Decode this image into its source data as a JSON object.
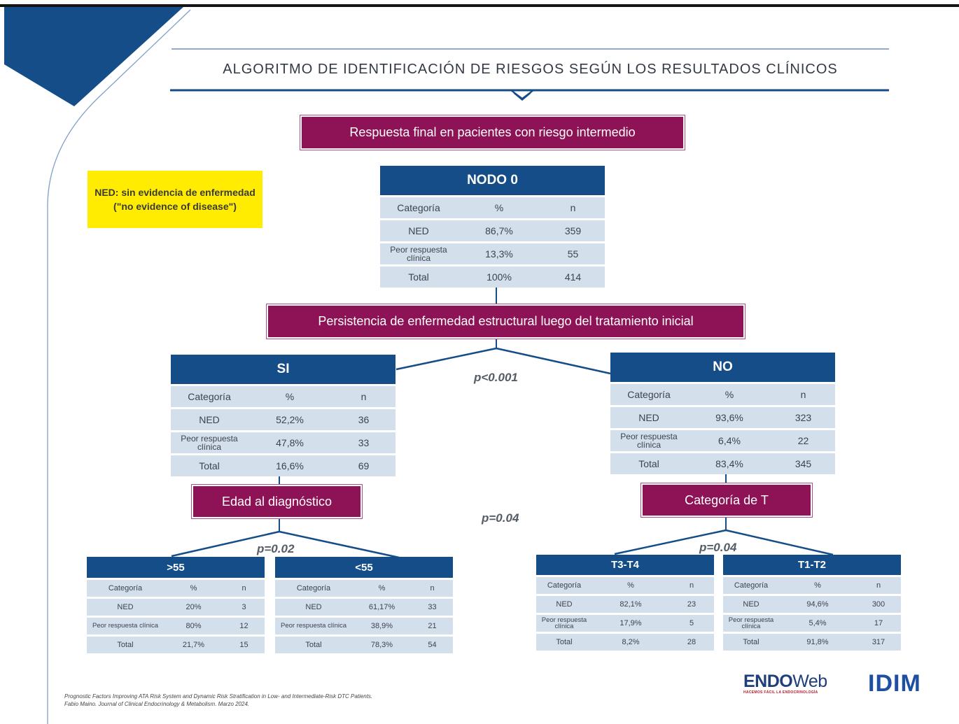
{
  "title": "ALGORITMO DE IDENTIFICACIÓN DE RIESGOS SEGÚN LOS RESULTADOS CLÍNICOS",
  "note": "NED: sin evidencia de enfermedad (\"no evidence of disease\")",
  "boxes": {
    "respuesta": "Respuesta final en pacientes con riesgo intermedio",
    "persistencia": "Persistencia de enfermedad estructural luego del tratamiento inicial",
    "edad": "Edad al diagnóstico",
    "categoria_t": "Categoría de T"
  },
  "pvalues": {
    "main": "p<0.001",
    "middle": "p=0.04",
    "edad": "p=0.02",
    "cat_t": "p=0.04"
  },
  "tables": {
    "nodo0": {
      "title": "NODO 0",
      "head": [
        "Categoría",
        "%",
        "n"
      ],
      "rows": [
        [
          "NED",
          "86,7%",
          "359"
        ],
        [
          "Peor respuesta clínica",
          "13,3%",
          "55"
        ],
        [
          "Total",
          "100%",
          "414"
        ]
      ]
    },
    "si": {
      "title": "SI",
      "head": [
        "Categoría",
        "%",
        "n"
      ],
      "rows": [
        [
          "NED",
          "52,2%",
          "36"
        ],
        [
          "Peor respuesta clínica",
          "47,8%",
          "33"
        ],
        [
          "Total",
          "16,6%",
          "69"
        ]
      ]
    },
    "no": {
      "title": "NO",
      "head": [
        "Categoría",
        "%",
        "n"
      ],
      "rows": [
        [
          "NED",
          "93,6%",
          "323"
        ],
        [
          "Peor respuesta clínica",
          "6,4%",
          "22"
        ],
        [
          "Total",
          "83,4%",
          "345"
        ]
      ]
    },
    "gt55": {
      "title": ">55",
      "head": [
        "Categoría",
        "%",
        "n"
      ],
      "rows": [
        [
          "NED",
          "20%",
          "3"
        ],
        [
          "Peor respuesta clínica",
          "80%",
          "12"
        ],
        [
          "Total",
          "21,7%",
          "15"
        ]
      ]
    },
    "lt55": {
      "title": "<55",
      "head": [
        "Categoría",
        "%",
        "n"
      ],
      "rows": [
        [
          "NED",
          "61,17%",
          "33"
        ],
        [
          "Peor respuesta clínica",
          "38,9%",
          "21"
        ],
        [
          "Total",
          "78,3%",
          "54"
        ]
      ]
    },
    "t3t4": {
      "title": "T3-T4",
      "head": [
        "Categoría",
        "%",
        "n"
      ],
      "rows": [
        [
          "NED",
          "82,1%",
          "23"
        ],
        [
          "Peor respuesta clínica",
          "17,9%",
          "5"
        ],
        [
          "Total",
          "8,2%",
          "28"
        ]
      ]
    },
    "t1t2": {
      "title": "T1-T2",
      "head": [
        "Categoría",
        "%",
        "n"
      ],
      "rows": [
        [
          "NED",
          "94,6%",
          "300"
        ],
        [
          "Peor respuesta clínica",
          "5,4%",
          "17"
        ],
        [
          "Total",
          "91,8%",
          "317"
        ]
      ]
    }
  },
  "citation": {
    "line1": "Prognostic Factors Improving ATA Risk System and Dynamic Risk Stratification in Low- and Intermediate-Risk DTC Patients.",
    "line2": "Fabio Maino. Journal of Clinical Endocrinology & Metabolism. Marzo 2024."
  },
  "logos": {
    "endo_bold": "ENDO",
    "endo_light": "Web",
    "endo_tagline": "HACEMOS FÁCIL LA ENDOCRINOLOGÍA",
    "idim": "IDIM"
  },
  "colors": {
    "navy": "#144d87",
    "magenta": "#8e1356",
    "cell": "#d3dfeb",
    "note": "#ffec00"
  }
}
